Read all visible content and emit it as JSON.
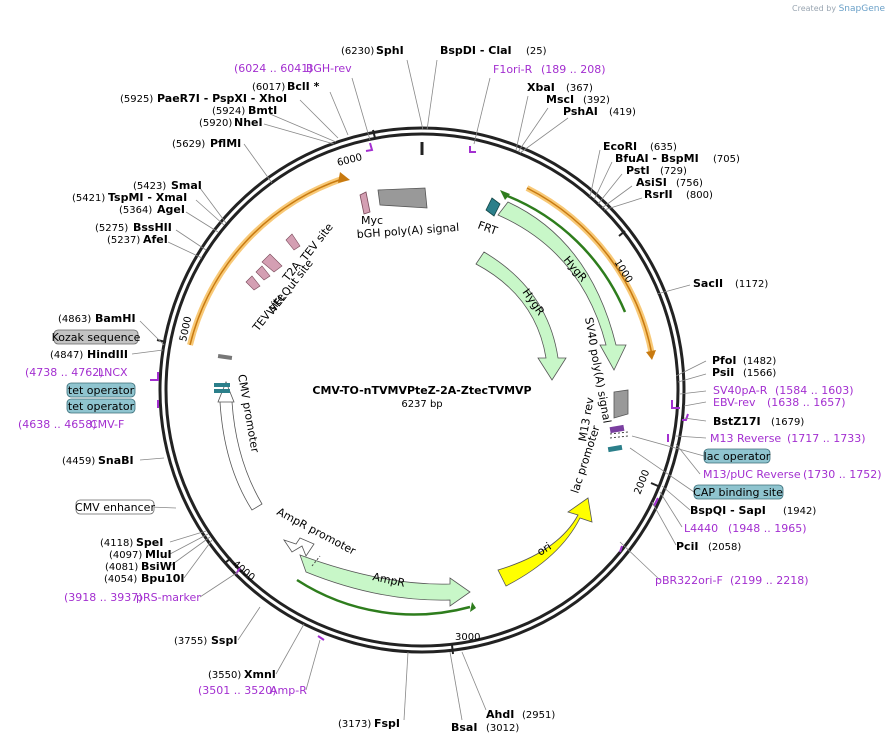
{
  "branding": {
    "created_by": "Created by",
    "brand": "SnapGene"
  },
  "plasmid": {
    "name": "CMV-TO-nTVMVPteZ-2A-ZtecTVMVP",
    "length": "6237 bp"
  },
  "ruler": [
    "1000",
    "2000",
    "3000",
    "4000",
    "5000",
    "6000"
  ],
  "sites": [
    {
      "pos": "(25)",
      "name": "BspDI - ClaI"
    },
    {
      "pos": "(6230)",
      "name": "SphI"
    },
    {
      "pos": "(6024 .. 6041)",
      "name": "BGH-rev",
      "primer": true
    },
    {
      "pos": "(189 .. 208)",
      "name": "F1ori-R",
      "primer": true
    },
    {
      "pos": "(6017)",
      "name": "BclI *"
    },
    {
      "pos": "(367)",
      "name": "XbaI"
    },
    {
      "pos": "(5925)",
      "name": "PaeR7I - PspXI - XhoI"
    },
    {
      "pos": "(392)",
      "name": "MscI"
    },
    {
      "pos": "(5924)",
      "name": "BmtI"
    },
    {
      "pos": "(419)",
      "name": "PshAI"
    },
    {
      "pos": "(5920)",
      "name": "NheI"
    },
    {
      "pos": "(5629)",
      "name": "PflMI"
    },
    {
      "pos": "(635)",
      "name": "EcoRI"
    },
    {
      "pos": "(705)",
      "name": "BfuAI - BspMI"
    },
    {
      "pos": "(729)",
      "name": "PstI"
    },
    {
      "pos": "(756)",
      "name": "AsiSI"
    },
    {
      "pos": "(800)",
      "name": "RsrII"
    },
    {
      "pos": "(5423)",
      "name": "SmaI"
    },
    {
      "pos": "(5421)",
      "name": "TspMI - XmaI"
    },
    {
      "pos": "(5364)",
      "name": "AgeI"
    },
    {
      "pos": "(5275)",
      "name": "BssHII"
    },
    {
      "pos": "(5237)",
      "name": "AfeI"
    },
    {
      "pos": "(1172)",
      "name": "SacII"
    },
    {
      "pos": "(4863)",
      "name": "BamHI"
    },
    {
      "pos": "(4847)",
      "name": "HindIII"
    },
    {
      "pos": "(1482)",
      "name": "PfoI"
    },
    {
      "pos": "(1566)",
      "name": "PsiI"
    },
    {
      "pos": "(4738 .. 4762)",
      "name": "LNCX",
      "primer": true
    },
    {
      "pos": "(1584 .. 1603)",
      "name": "SV40pA-R",
      "primer": true
    },
    {
      "pos": "(1638 .. 1657)",
      "name": "EBV-rev",
      "primer": true
    },
    {
      "pos": "(4638 .. 4658)",
      "name": "CMV-F",
      "primer": true
    },
    {
      "pos": "(1679)",
      "name": "BstZ17I"
    },
    {
      "pos": "(1717 .. 1733)",
      "name": "M13 Reverse",
      "primer": true
    },
    {
      "pos": "(1730 .. 1752)",
      "name": "M13/pUC Reverse",
      "primer": true
    },
    {
      "pos": "(4459)",
      "name": "SnaBI"
    },
    {
      "pos": "(1942)",
      "name": "BspQI - SapI"
    },
    {
      "pos": "(1948 .. 1965)",
      "name": "L4440",
      "primer": true
    },
    {
      "pos": "(4118)",
      "name": "SpeI"
    },
    {
      "pos": "(4097)",
      "name": "MluI"
    },
    {
      "pos": "(4081)",
      "name": "BsiWI"
    },
    {
      "pos": "(4054)",
      "name": "Bpu10I"
    },
    {
      "pos": "(2058)",
      "name": "PciI"
    },
    {
      "pos": "(3918 .. 3937)",
      "name": "pRS-marker",
      "primer": true
    },
    {
      "pos": "(2199 .. 2218)",
      "name": "pBR322ori-F",
      "primer": true
    },
    {
      "pos": "(3755)",
      "name": "SspI"
    },
    {
      "pos": "(3550)",
      "name": "XmnI"
    },
    {
      "pos": "(3501 .. 3520)",
      "name": "Amp-R",
      "primer": true
    },
    {
      "pos": "(3173)",
      "name": "FspI"
    },
    {
      "pos": "(2951)",
      "name": "AhdI"
    },
    {
      "pos": "(3012)",
      "name": "BsaI"
    }
  ],
  "boxed_features": [
    "Kozak sequence",
    "tet operator",
    "tet operator",
    "lac operator",
    "CAP binding site",
    "CMV enhancer"
  ],
  "features": [
    "Myc",
    "bGH poly(A) signal",
    "FRT",
    "HygR",
    "HygR",
    "SV40 poly(A) signal",
    "M13 rev",
    "lac promoter",
    "ori",
    "AmpR",
    "AmpR promoter",
    "CMV promoter",
    "TEV site",
    "T2A",
    "TEV site",
    "WELQut site"
  ],
  "colors": {
    "backbone": "#222222",
    "primer": "#a32fd0",
    "cds": "#c8f7c8",
    "ori": "#ffff00",
    "orf_orange": "#f5b74a",
    "orf_green": "#2e7d1d",
    "operator_box": "#8fc4cf",
    "kozak_box": "#c3c3c3",
    "polyA": "#999999",
    "site_pink": "#d49fb3",
    "frt": "#2b7f8a"
  }
}
